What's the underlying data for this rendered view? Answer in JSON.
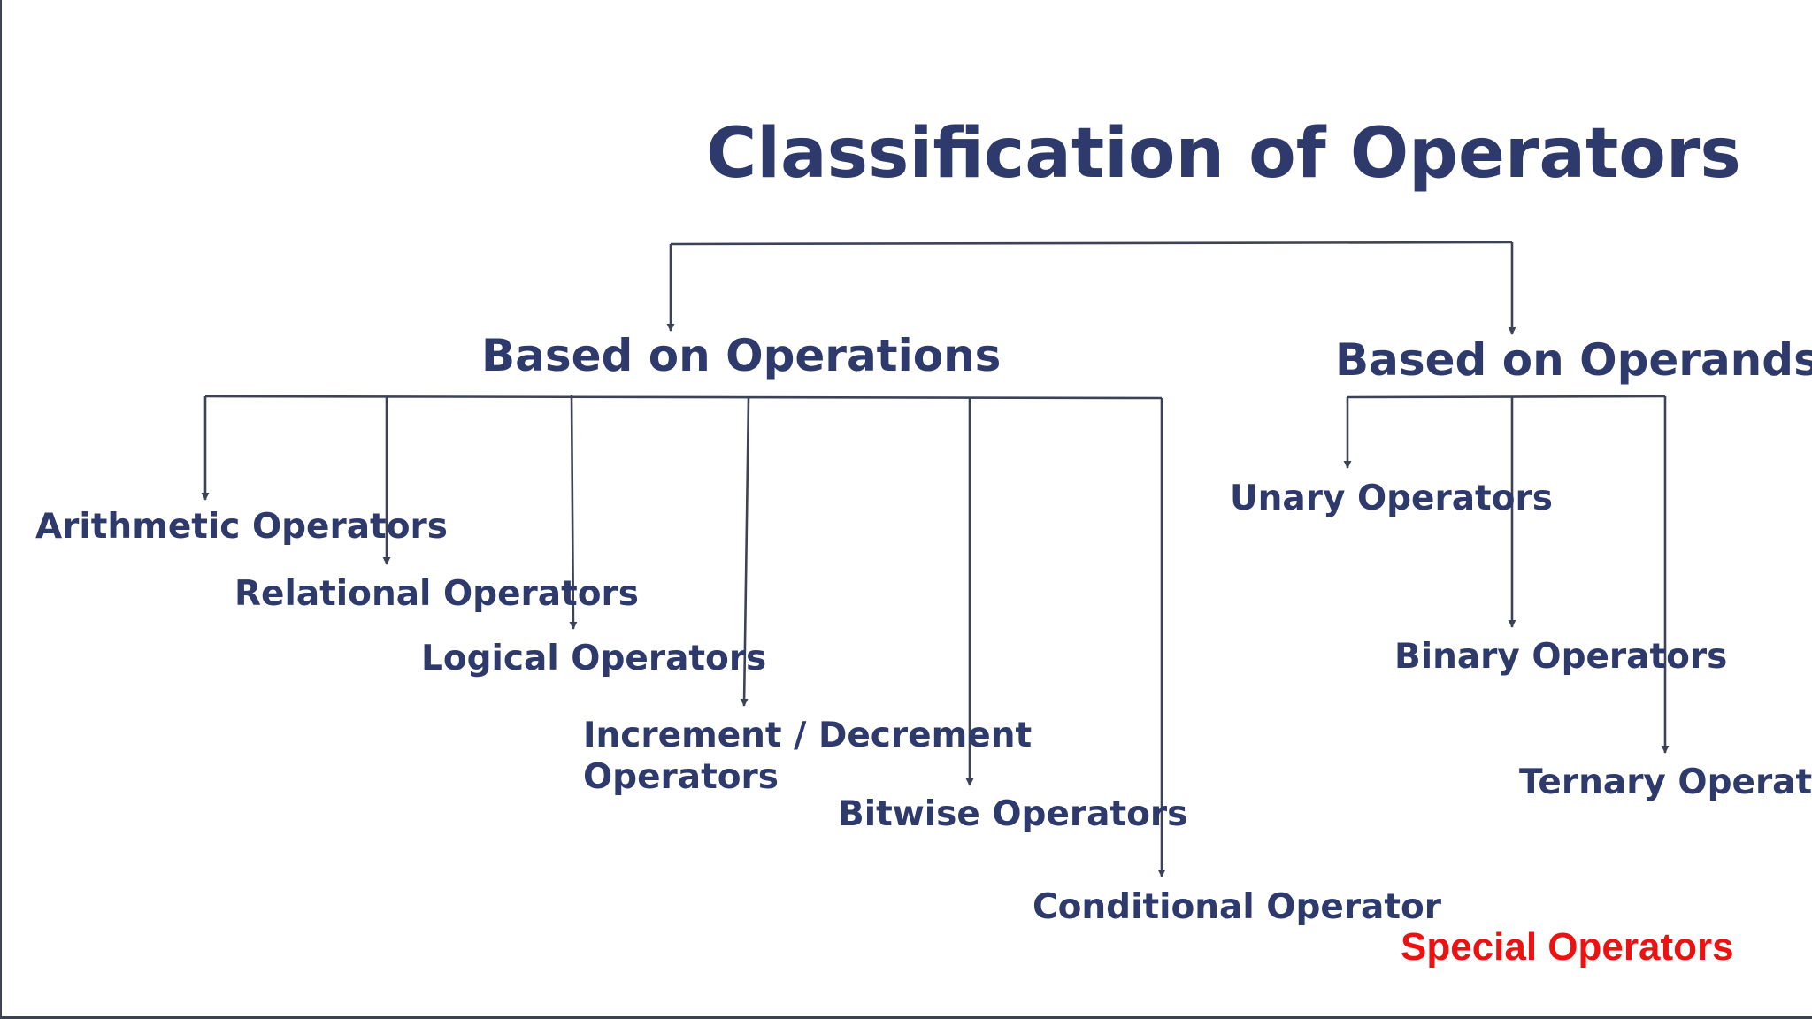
{
  "title": "Classification of Operators",
  "groups": {
    "operations": "Based on Operations",
    "operands": "Based on Operands"
  },
  "operations_children": {
    "arithmetic": "Arithmetic Operators",
    "relational": "Relational Operators",
    "logical": "Logical Operators",
    "increment_line1": "Increment / Decrement",
    "increment_line2": "Operators",
    "bitwise": "Bitwise Operators",
    "conditional": "Conditional Operator"
  },
  "operands_children": {
    "unary": "Unary Operators",
    "binary": "Binary Operators",
    "ternary": "Ternary Operators"
  },
  "note": {
    "text": "Special Operators",
    "color": "#ee1111"
  },
  "colors": {
    "text": "#2e3a6b",
    "connector": "#3d4357"
  }
}
